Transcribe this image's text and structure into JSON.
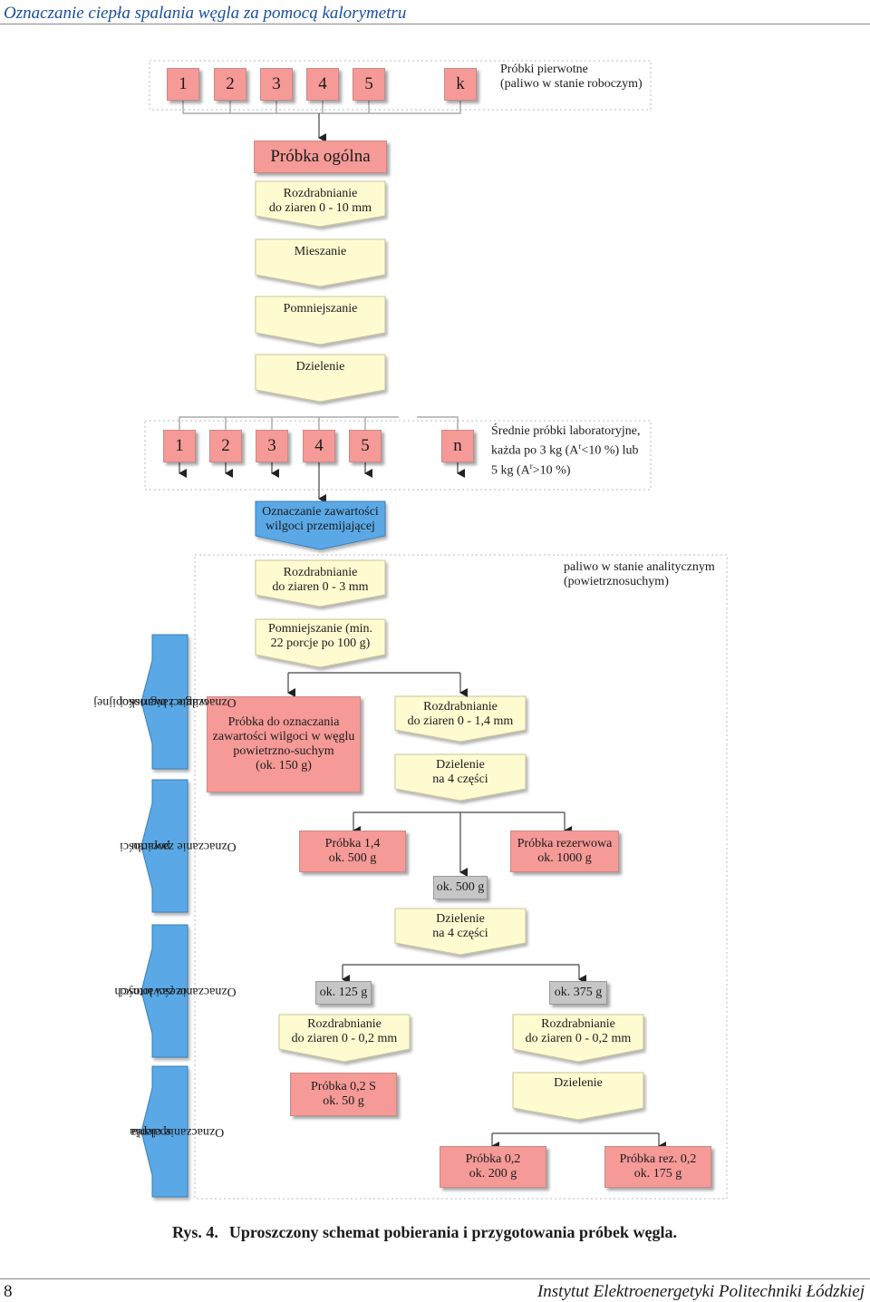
{
  "header": {
    "title": "Oznaczanie ciepła spalania węgla za pomocą kalorymetru"
  },
  "footer": {
    "page": "8",
    "institute": "Instytut Elektroenergetyki Politechniki Łódzkiej"
  },
  "caption": {
    "number": "Rys. 4.",
    "text": "Uproszczony schemat pobierania i przygotowania próbek węgla."
  },
  "primary": {
    "samples": [
      "1",
      "2",
      "3",
      "4",
      "5",
      "k"
    ],
    "note_line1": "Próbki pierwotne",
    "note_line2": "(paliwo w stanie roboczym)"
  },
  "general_sample": "Próbka ogólna",
  "steps1": {
    "crush_line1": "Rozdrabnianie",
    "crush_line2": "do ziaren 0 - 10 mm",
    "mix": "Mieszanie",
    "reduce": "Pomniejszanie",
    "divide": "Dzielenie"
  },
  "lab": {
    "samples": [
      "1",
      "2",
      "3",
      "4",
      "5",
      "n"
    ],
    "note_line1": "Średnie próbki laboratoryjne,",
    "note_line2": "każda po 3 kg (A",
    "note_sup1": "r",
    "note_line2b": "<10 %) lub",
    "note_line3": "5 kg (A",
    "note_sup2": "r",
    "note_line3b": ">10 %)"
  },
  "moisture_transient": {
    "line1": "Oznaczanie zawartości",
    "line2": "wilgoci przemijającej"
  },
  "analytical": {
    "crush_line1": "Rozdrabnianie",
    "crush_line2": "do ziaren 0 - 3 mm",
    "note_line1": "paliwo w stanie analitycznym",
    "note_line2": "(powietrznosuchym)",
    "reduce_line1": "Pomniejszanie (min.",
    "reduce_line2": "22 porcje po 100 g)"
  },
  "moisture_sample": {
    "line1": "Próbka do oznaczania",
    "line2": "zawartości wilgoci w węglu",
    "line3": "powietrzno-suchym",
    "line4": "(ok. 150 g)"
  },
  "branch": {
    "crush_line1": "Rozdrabnianie",
    "crush_line2": "do ziaren 0 - 1,4 mm",
    "divide_line1": "Dzielenie",
    "divide_line2": "na 4 części"
  },
  "sample14": {
    "line1": "Próbka 1,4",
    "line2": "ok. 500 g"
  },
  "reserve": {
    "line1": "Próbka rezerwowa",
    "line2": "ok. 1000 g"
  },
  "mid500": "ok. 500 g",
  "divide2": {
    "line1": "Dzielenie",
    "line2": "na 4 części"
  },
  "g125": "ok. 125 g",
  "g375": "ok. 375 g",
  "crushA": {
    "line1": "Rozdrabnianie",
    "line2": "do ziaren 0 - 0,2 mm"
  },
  "crushB": {
    "line1": "Rozdrabnianie",
    "line2": "do ziaren 0 - 0,2 mm"
  },
  "sample02S": {
    "line1": "Próbka 0,2 S",
    "line2": "ok. 50 g"
  },
  "divide3": "Dzielenie",
  "sample02": {
    "line1": "Próbka 0,2",
    "line2": "ok. 200 g"
  },
  "sampleRes02": {
    "line1": "Próbka rez. 0,2",
    "line2": "ok. 175 g"
  },
  "side_tabs": [
    {
      "line1": "Oznaczanie zawartości",
      "line2": "wilgoci higroskopijnej"
    },
    {
      "line1": "Oznaczanie zawartości",
      "line2": "popiołu"
    },
    {
      "line1": "Oznaczanie zawartości",
      "line2": "części lotnych"
    },
    {
      "line1": "Oznaczanie ciepła",
      "line2": "spalania"
    }
  ],
  "colors": {
    "red": "#f59a97",
    "yellow": "#fffbd0",
    "blue": "#5aa9e6",
    "gray": "#c6c6c6",
    "header_blue": "#1a4fa0"
  }
}
